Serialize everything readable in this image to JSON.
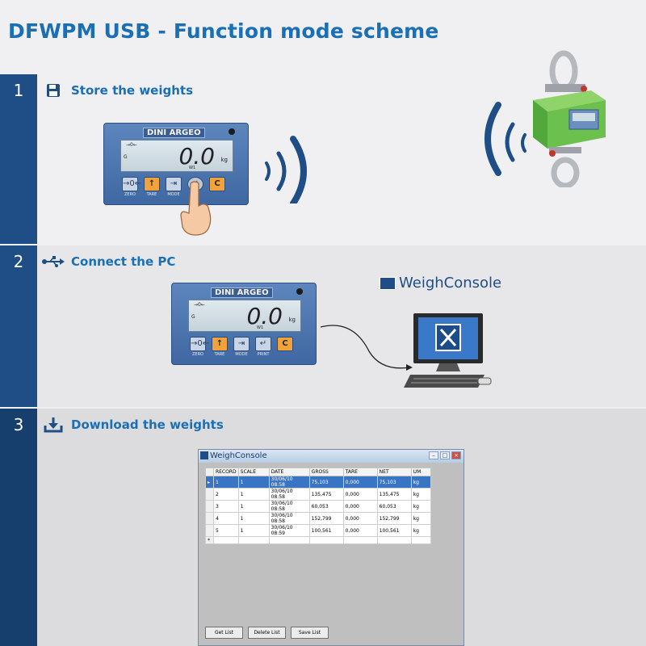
{
  "title": "DFWPM  USB  -  Function mode scheme",
  "steps": [
    {
      "number": "1",
      "label": "Store the weights",
      "icon": "floppy-disk-icon"
    },
    {
      "number": "2",
      "label": "Connect the PC",
      "icon": "usb-icon"
    },
    {
      "number": "3",
      "label": "Download the weights",
      "icon": "download-icon"
    }
  ],
  "indicator": {
    "brand": "DINI ARGEO",
    "display": "0.0",
    "unit": "kg",
    "keys": [
      {
        "label": "ZERO",
        "glyph": "→0←"
      },
      {
        "label": "TARE",
        "glyph": "↑"
      },
      {
        "label": "MODE",
        "glyph": "⇥"
      },
      {
        "label": "PRINT",
        "glyph": "↵"
      },
      {
        "label": "",
        "glyph": "C"
      }
    ]
  },
  "weighconsole_logo": "WeighConsole",
  "window": {
    "title": "WeighConsole",
    "columns": [
      "RECORD",
      "SCALE",
      "DATE",
      "GROSS",
      "TARE",
      "NET",
      "UM"
    ],
    "rows": [
      [
        "1",
        "1",
        "30/06/10 08:58",
        "75,103",
        "0,000",
        "75,103",
        "kg"
      ],
      [
        "2",
        "1",
        "30/06/10 08:58",
        "135,475",
        "0,000",
        "135,475",
        "kg"
      ],
      [
        "3",
        "1",
        "30/06/10 08:58",
        "60,053",
        "0,000",
        "60,053",
        "kg"
      ],
      [
        "4",
        "1",
        "30/06/10 08:58",
        "152,799",
        "0,000",
        "152,799",
        "kg"
      ],
      [
        "5",
        "1",
        "30/06/10 08:59",
        "100,561",
        "0,000",
        "100,561",
        "kg"
      ]
    ],
    "buttons": [
      "Get List",
      "Delete List",
      "Save List"
    ]
  },
  "colors": {
    "accent": "#1a6fb5",
    "bar": "#1f4e86"
  }
}
